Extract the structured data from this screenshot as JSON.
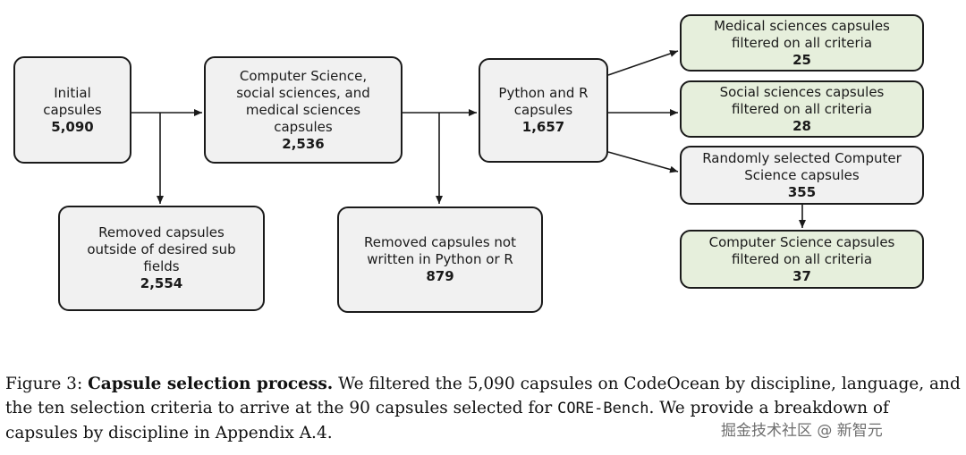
{
  "boxes": {
    "initial": {
      "label": "Initial\ncapsules",
      "count": "5,090"
    },
    "fields": {
      "label": "Computer Science,\nsocial sciences, and\nmedical sciences\ncapsules",
      "count": "2,536"
    },
    "python_r": {
      "label": "Python and R\ncapsules",
      "count": "1,657"
    },
    "removed_fields": {
      "label": "Removed capsules\noutside of desired sub\nfields",
      "count": "2,554"
    },
    "removed_lang": {
      "label": "Removed capsules not\nwritten in Python or R",
      "count": "879"
    },
    "medical": {
      "label": "Medical sciences capsules\nfiltered on all criteria",
      "count": "25"
    },
    "social": {
      "label": "Social sciences capsules\nfiltered on all criteria",
      "count": "28"
    },
    "random_cs": {
      "label": "Randomly selected Computer\nScience capsules",
      "count": "355"
    },
    "cs_filtered": {
      "label": "Computer Science capsules\nfiltered on all criteria",
      "count": "37"
    }
  },
  "caption": {
    "prefix": "Figure 3: ",
    "title": "Capsule selection process.",
    "text1": " We filtered the 5,090 capsules on CodeOcean by discipline, language, and the ten selection criteria to arrive at the 90 capsules selected for ",
    "code": "CORE-Bench",
    "text2": ". We provide a breakdown of capsules by discipline in Appendix A.4."
  },
  "watermark": "掘金技术社区 @ 新智元",
  "colors": {
    "filtered_box": "#e6efdc",
    "box": "#f1f1f1",
    "stroke": "#1a1a1a"
  }
}
